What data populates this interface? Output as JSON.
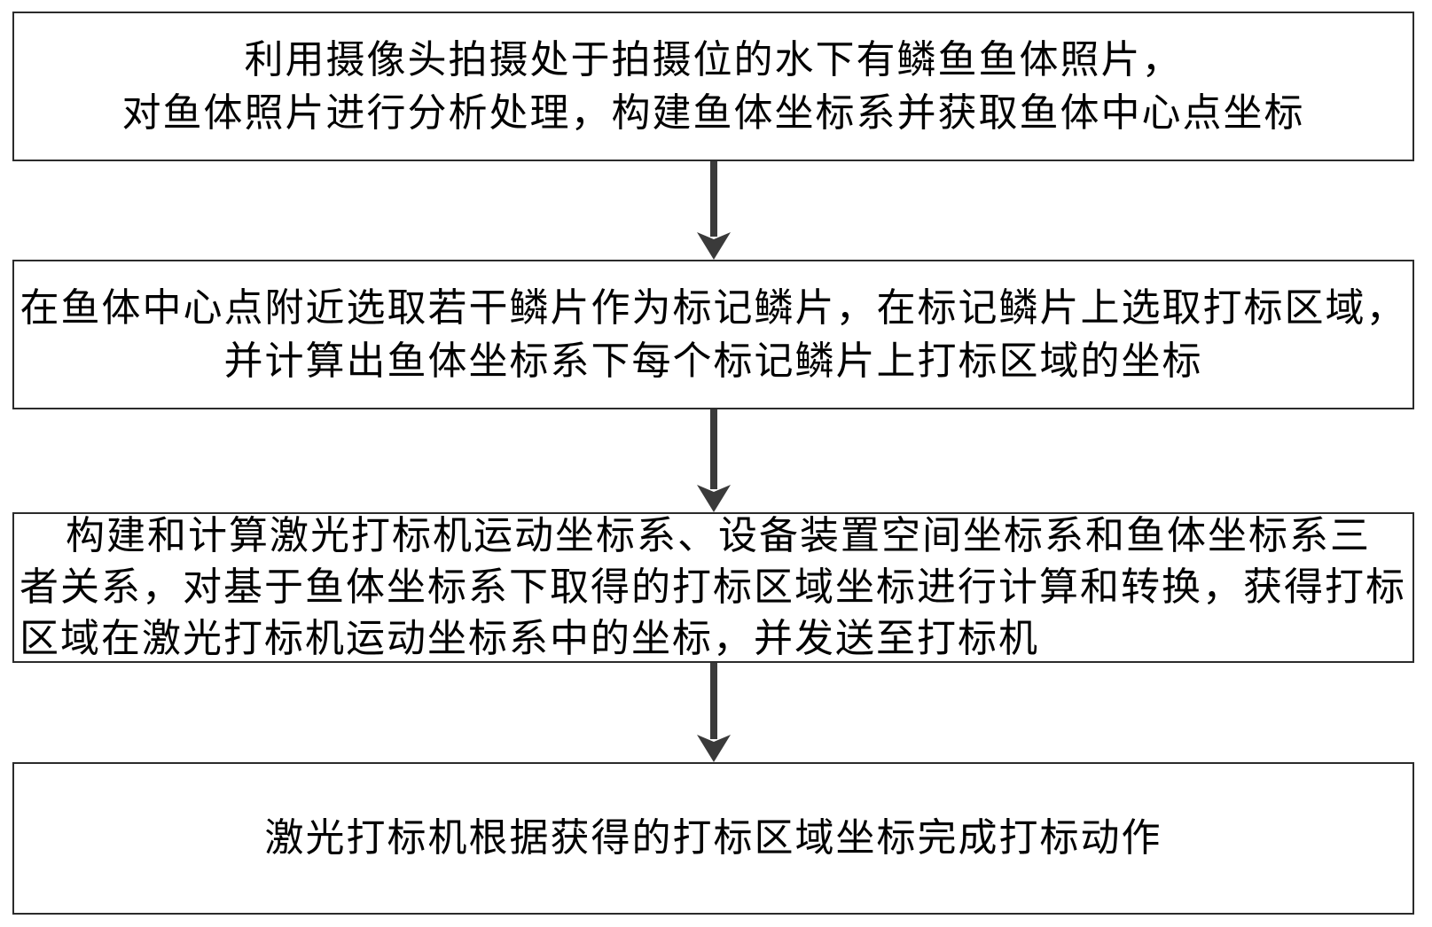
{
  "page": {
    "background_color": "#ffffff",
    "border_color": "#2b2b2b",
    "arrow_color": "#3a3a3a",
    "text_color": "#000000"
  },
  "flowchart": {
    "boxes": [
      {
        "id": "step-1",
        "lines": [
          "利用摄像头拍摄处于拍摄位的水下有鳞鱼鱼体照片，",
          "对鱼体照片进行分析处理，构建鱼体坐标系并获取鱼体中心点坐标"
        ]
      },
      {
        "id": "step-2",
        "lines": [
          "在鱼体中心点附近选取若干鳞片作为标记鳞片，在标记鳞片上选取打标区域，",
          "并计算出鱼体坐标系下每个标记鳞片上打标区域的坐标"
        ]
      },
      {
        "id": "step-3",
        "lines": [
          "构建和计算激光打标机运动坐标系、设备装置空间坐标系和鱼体坐标系三",
          "者关系，对基于鱼体坐标系下取得的打标区域坐标进行计算和转换，获得打标",
          "区域在激光打标机运动坐标系中的坐标，并发送至打标机"
        ]
      },
      {
        "id": "step-4",
        "lines": [
          "激光打标机根据获得的打标区域坐标完成打标动作"
        ]
      }
    ],
    "connectors": [
      {
        "type": "arrow-down"
      },
      {
        "type": "arrow-down"
      },
      {
        "type": "arrow-down"
      }
    ]
  }
}
